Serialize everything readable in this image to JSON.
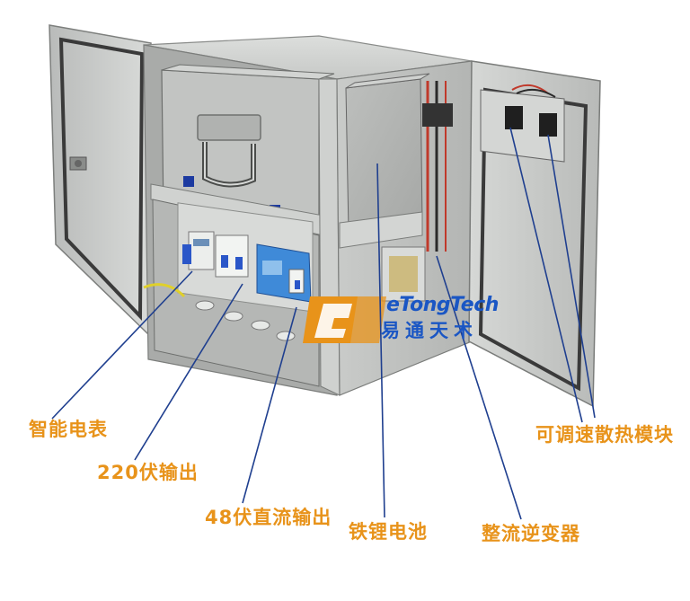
{
  "labels": {
    "smart_meter": "智能电表",
    "ac_220_output": "220伏输出",
    "dc_48_output": "48伏直流输出",
    "lithium_iron_battery": "铁锂电池",
    "rectifier_inverter": "整流逆变器",
    "fan_module": "可调速散热模块"
  },
  "logo": {
    "text_en": "eTongTech",
    "text_cn": "易通天术",
    "accent_color": "#e8931a",
    "brand_color": "#1a56c4"
  },
  "colors": {
    "callout_text": "#e8931a",
    "leader_line": "#1f3f8f",
    "cabinet_body": "#c4c6c4",
    "cabinet_shadow": "#9ea09e"
  }
}
